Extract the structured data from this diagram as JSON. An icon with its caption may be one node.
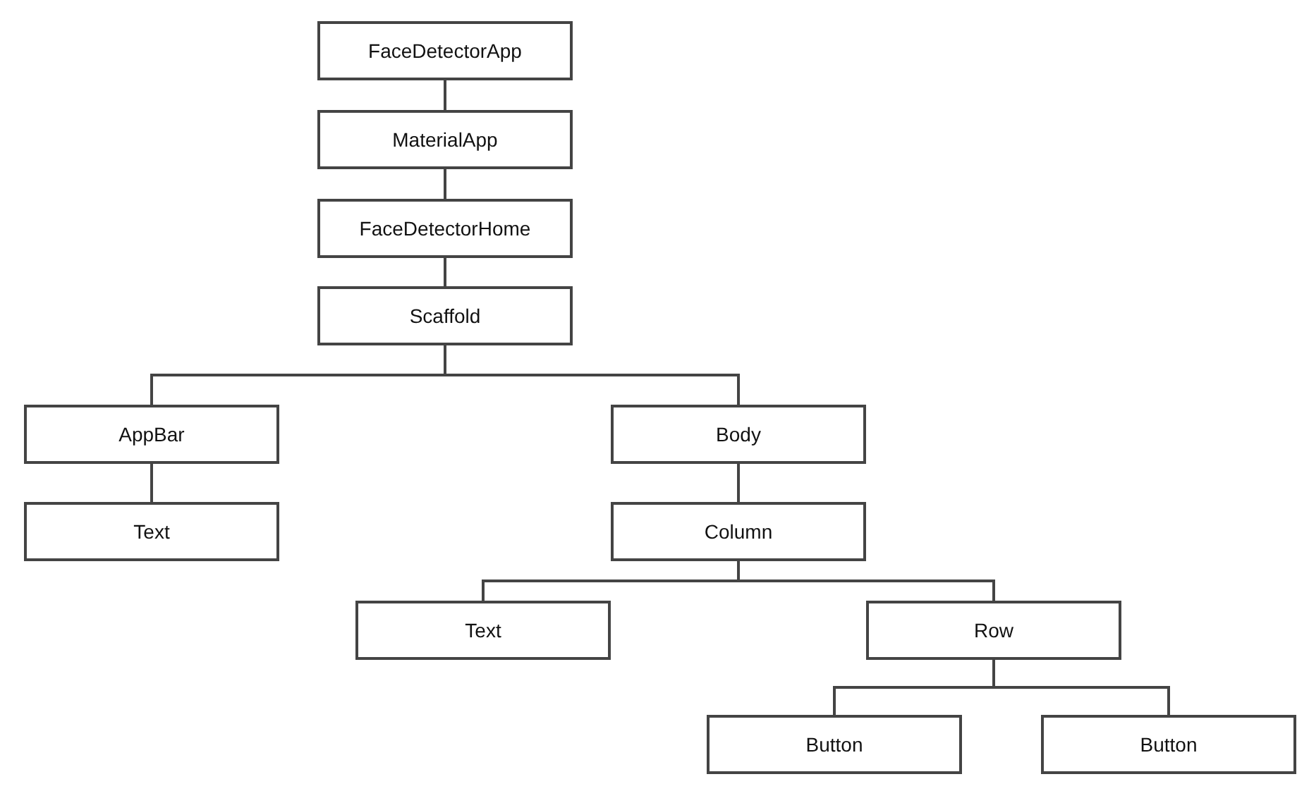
{
  "diagram": {
    "nodes": [
      {
        "text": [
          "FaceDetectorApp"
        ]
      },
      {
        "text": [
          "MaterialApp"
        ]
      },
      {
        "text": [
          "FaceDetectorHome"
        ]
      },
      {
        "text": [
          "Scaffold"
        ]
      },
      {
        "text": [
          "AppBar"
        ]
      },
      {
        "text": [
          "Text"
        ]
      },
      {
        "text": [
          "Body"
        ]
      },
      {
        "text": [
          "Column"
        ]
      },
      {
        "text": [
          "Text"
        ]
      },
      {
        "text": [
          "Row"
        ]
      },
      {
        "text": [
          "Button"
        ]
      },
      {
        "text": [
          "Button"
        ]
      }
    ],
    "edges": [
      {
        "from": 0,
        "to": 1,
        "arrow": "none"
      },
      {
        "from": 1,
        "to": 2,
        "arrow": "none"
      },
      {
        "from": 2,
        "to": 3,
        "arrow": "none"
      },
      {
        "from": 3,
        "to": 4,
        "arrow": "none"
      },
      {
        "from": 3,
        "to": 6,
        "arrow": "none"
      },
      {
        "from": 4,
        "to": 5,
        "arrow": "none"
      },
      {
        "from": 6,
        "to": 7,
        "arrow": "none"
      },
      {
        "from": 7,
        "to": 8,
        "arrow": "none"
      },
      {
        "from": 7,
        "to": 9,
        "arrow": "none"
      },
      {
        "from": 9,
        "to": 10,
        "arrow": "none"
      },
      {
        "from": 9,
        "to": 11,
        "arrow": "none"
      }
    ]
  }
}
